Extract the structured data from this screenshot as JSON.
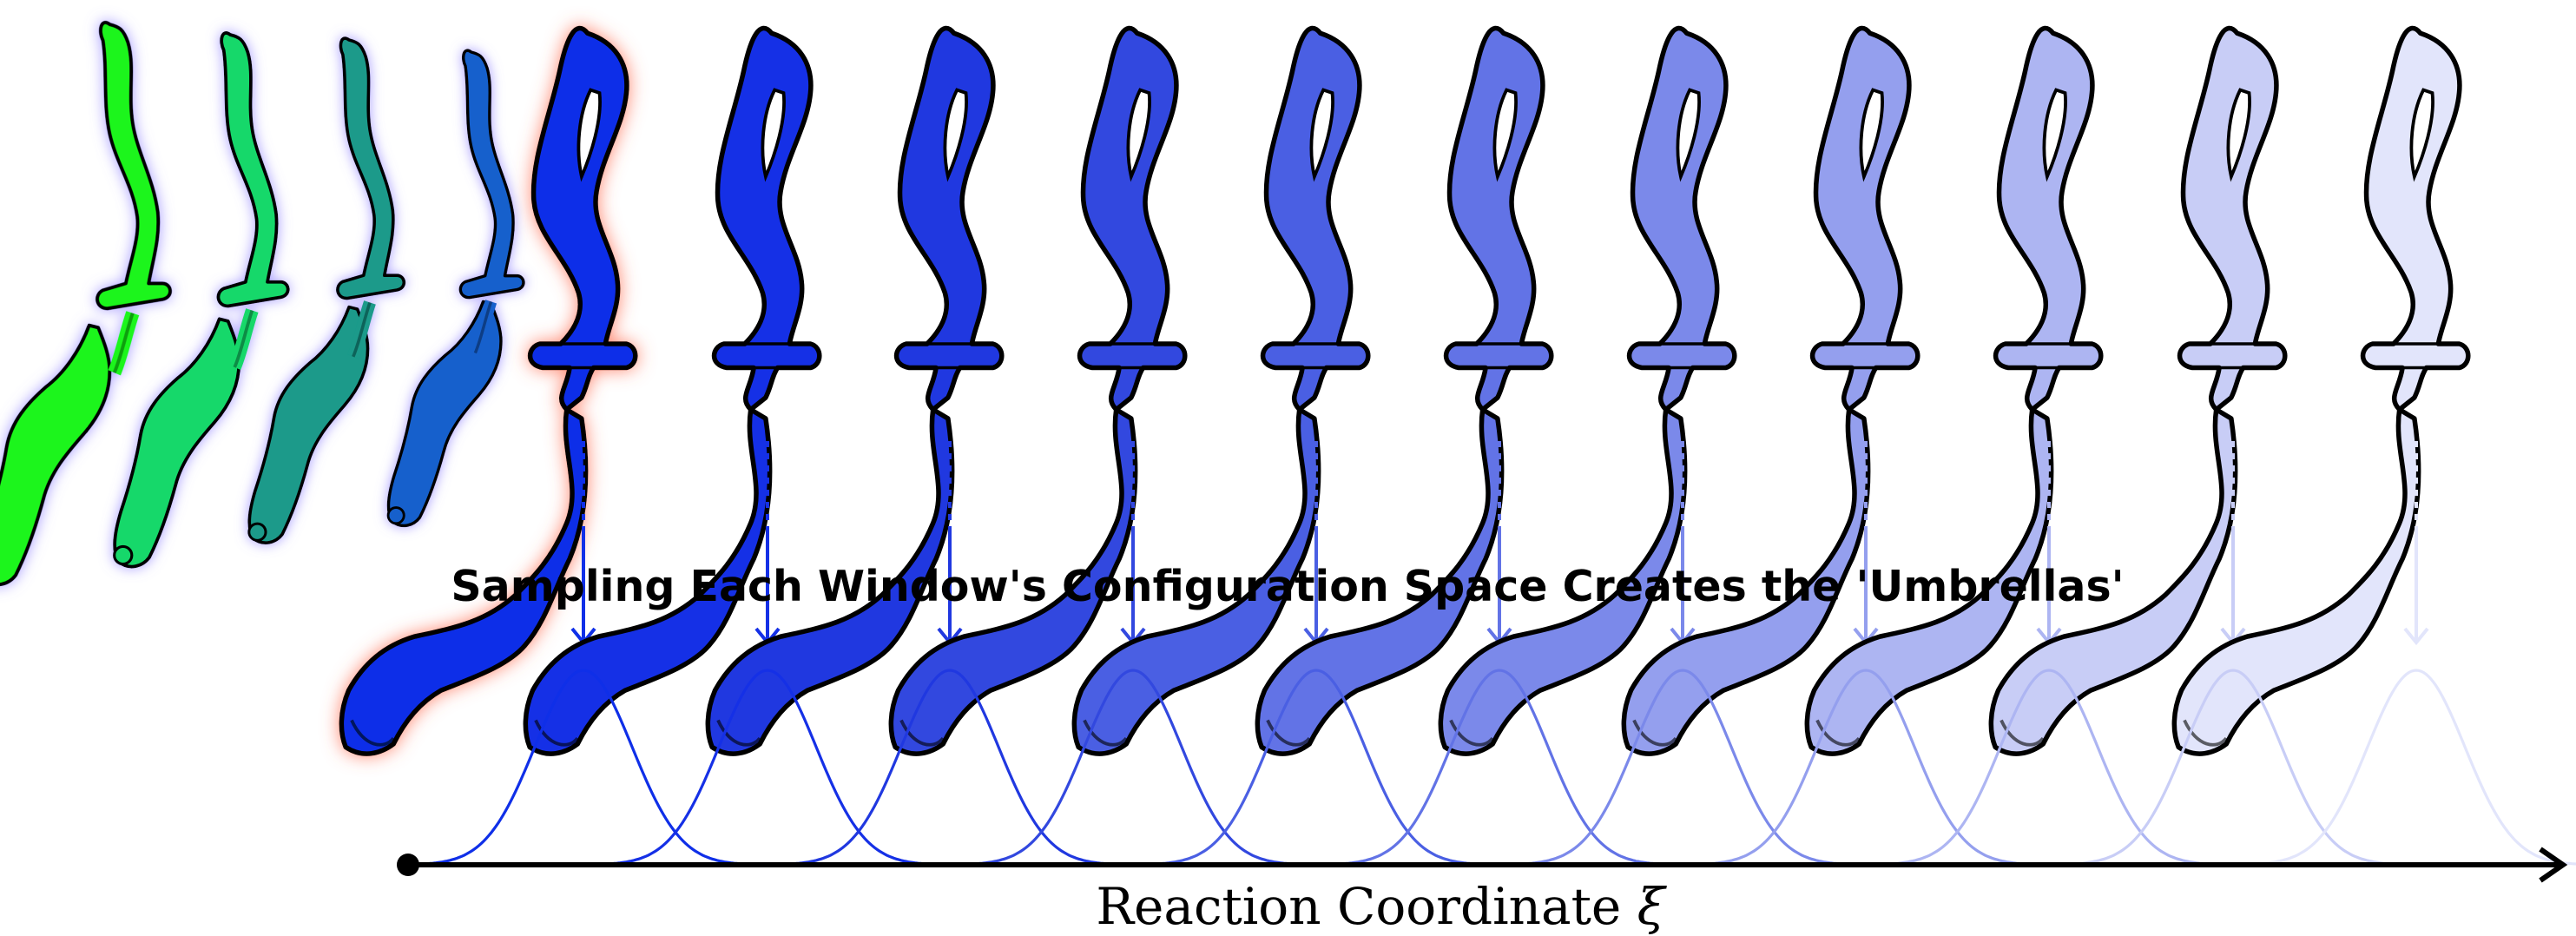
{
  "title": "Sampling Each Window's Configuration Space Creates the 'Umbrellas'",
  "axis_label": "Reaction Coordinate",
  "axis_symbol": "ξ",
  "pulling_structures": [
    {
      "name": "pull-frame-1",
      "color": "#1af51a"
    },
    {
      "name": "pull-frame-2",
      "color": "#14d86a"
    },
    {
      "name": "pull-frame-3",
      "color": "#1a9a8a"
    },
    {
      "name": "pull-frame-4",
      "color": "#1660cc"
    },
    {
      "name": "pull-frame-5",
      "color": "#0f2fe8"
    }
  ],
  "windows": [
    {
      "name": "window-1",
      "color": "#0f2fe8",
      "opacity": 1.0
    },
    {
      "name": "window-2",
      "color": "#1530e6",
      "opacity": 1.0
    },
    {
      "name": "window-3",
      "color": "#2038e0",
      "opacity": 1.0
    },
    {
      "name": "window-4",
      "color": "#3248df",
      "opacity": 1.0
    },
    {
      "name": "window-5",
      "color": "#4a5fe3",
      "opacity": 1.0
    },
    {
      "name": "window-6",
      "color": "#6273e6",
      "opacity": 1.0
    },
    {
      "name": "window-7",
      "color": "#7b89ea",
      "opacity": 1.0
    },
    {
      "name": "window-8",
      "color": "#949fee",
      "opacity": 1.0
    },
    {
      "name": "window-9",
      "color": "#adb5f2",
      "opacity": 1.0
    },
    {
      "name": "window-10",
      "color": "#c8cdf6",
      "opacity": 1.0
    },
    {
      "name": "window-11",
      "color": "#e2e5fb",
      "opacity": 1.0
    }
  ],
  "colors": {
    "outline": "#000000",
    "red_glow": "#ff6a4d",
    "purple_glow": "#8a7cff"
  }
}
